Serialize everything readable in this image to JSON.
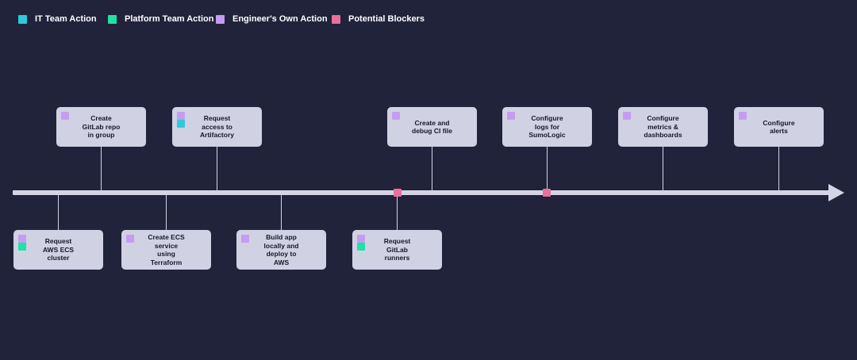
{
  "colors": {
    "background": "#20233a",
    "timeline": "#d4d4e6",
    "card": "#d0d1e3",
    "it": "#2ec9dc",
    "platform": "#1ee3a5",
    "engineer": "#c59cf0",
    "blocker": "#ea6f9c"
  },
  "legend": [
    {
      "label": "IT Team Action",
      "color": "#2ec9dc"
    },
    {
      "label": "Platform Team Action",
      "color": "#1ee3a5"
    },
    {
      "label": "Engineer's Own Action",
      "color": "#c59cf0"
    },
    {
      "label": "Potential Blockers",
      "color": "#ea6f9c"
    }
  ],
  "steps_above": [
    {
      "text": "Create\nGitLab repo\nin group",
      "tags": [
        "engineer"
      ]
    },
    {
      "text": "Request\naccess to\nArtifactory",
      "tags": [
        "engineer",
        "it"
      ]
    },
    {
      "text": "Create and\ndebug CI file",
      "tags": [
        "engineer"
      ]
    },
    {
      "text": "Configure\nlogs for\nSumoLogic",
      "tags": [
        "engineer"
      ]
    },
    {
      "text": "Configure\nmetrics &\ndashboards",
      "tags": [
        "engineer"
      ]
    },
    {
      "text": "Configure\nalerts",
      "tags": [
        "engineer"
      ]
    }
  ],
  "steps_below": [
    {
      "text": "Request\nAWS ECS\ncluster",
      "tags": [
        "engineer",
        "platform"
      ]
    },
    {
      "text": "Create ECS\nservice\nusing\nTerraform",
      "tags": [
        "engineer"
      ]
    },
    {
      "text": "Build app\nlocally and\ndeploy to\nAWS",
      "tags": [
        "engineer"
      ]
    },
    {
      "text": "Request\nGitLab\nrunners",
      "tags": [
        "engineer",
        "platform"
      ]
    }
  ],
  "blockers": [
    {
      "name": "blocker-gitlab-runners"
    },
    {
      "name": "blocker-sumologic"
    }
  ]
}
